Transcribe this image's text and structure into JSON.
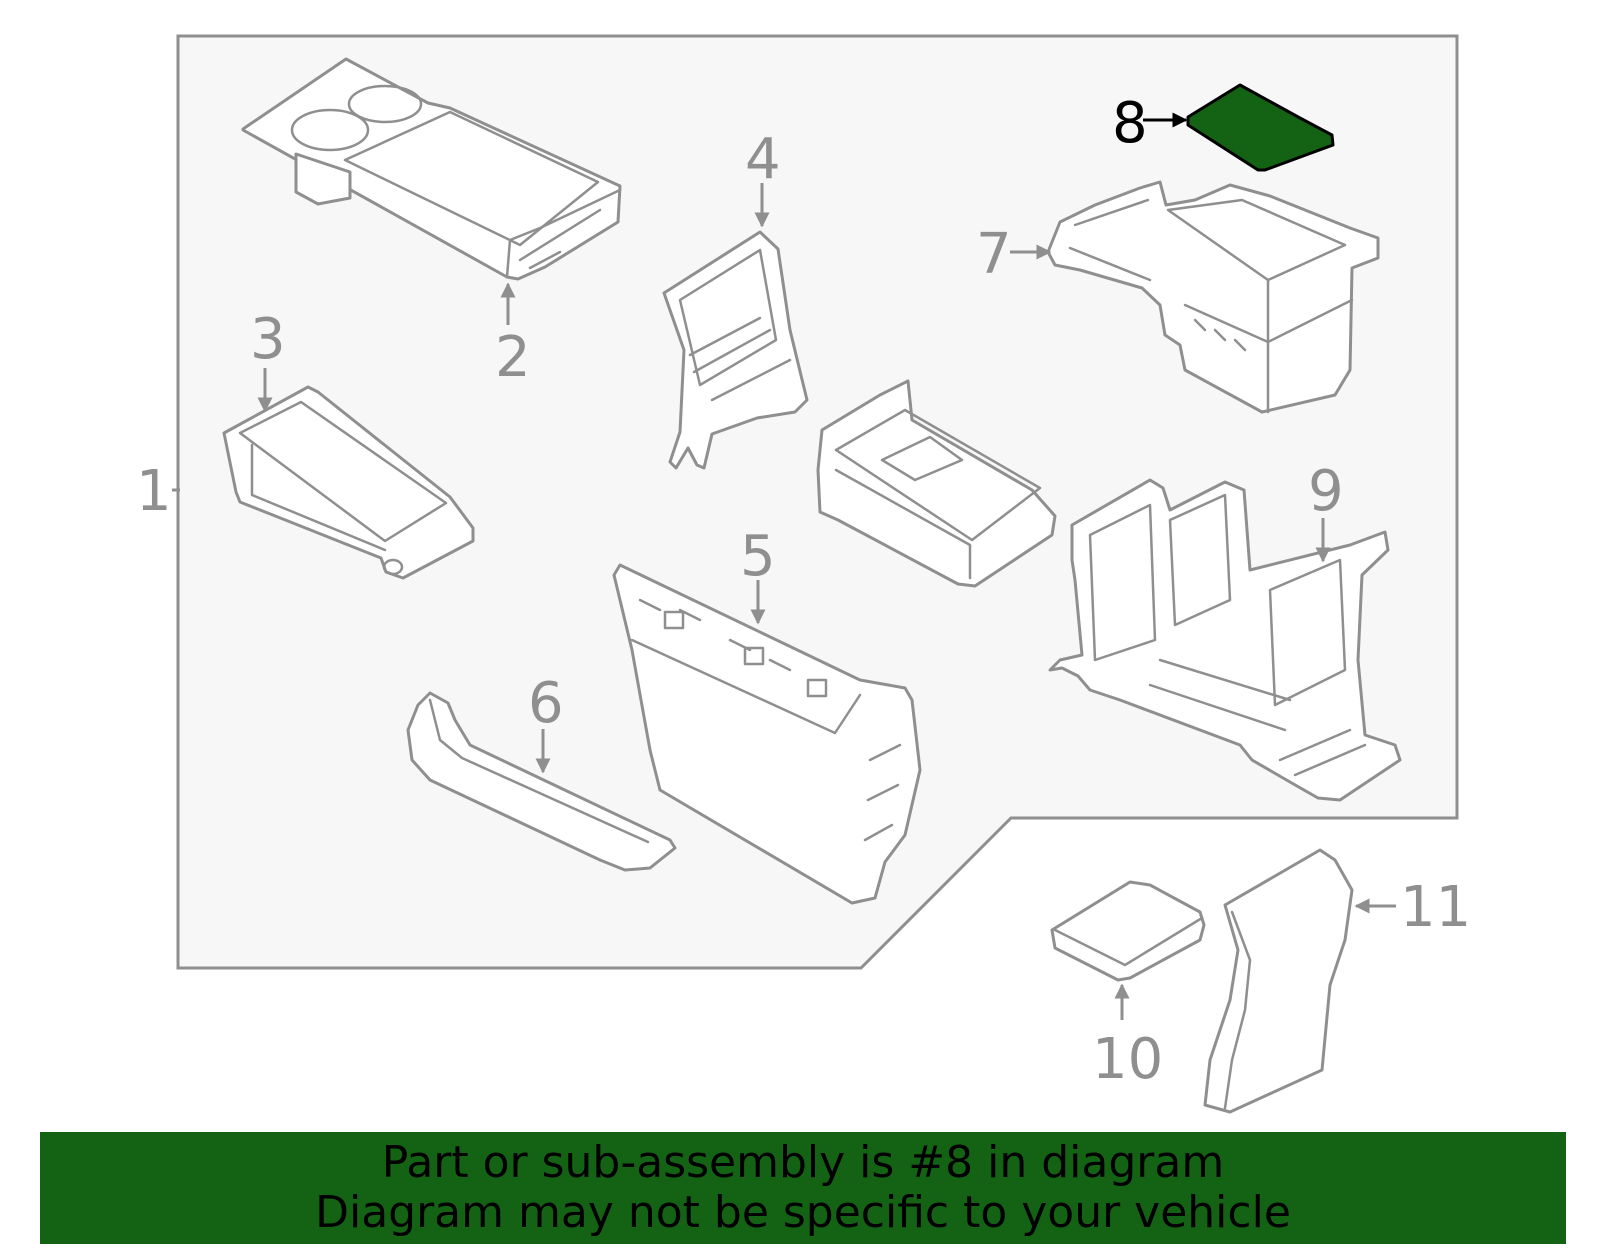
{
  "colors": {
    "highlight": "#146314",
    "line": "#8f8f8f",
    "panel": "#f7f7f7",
    "banner": "#146314",
    "banner_text": "#000000"
  },
  "callouts": {
    "c1": "1",
    "c2": "2",
    "c3": "3",
    "c4": "4",
    "c5": "5",
    "c6": "6",
    "c7": "7",
    "c8": "8",
    "c9": "9",
    "c10": "10",
    "c11": "11"
  },
  "banner": {
    "line1": "Part or sub-assembly is #8 in diagram",
    "line2": "Diagram may not be specific to your vehicle"
  }
}
